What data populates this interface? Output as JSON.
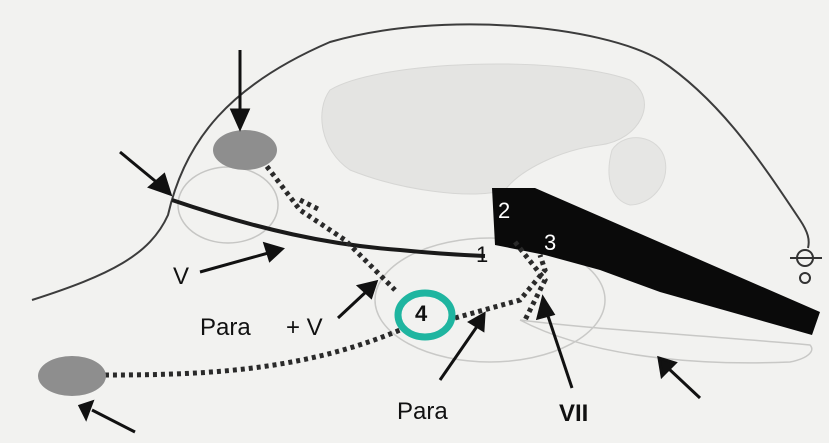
{
  "labels": {
    "v": "V",
    "para_v_para": "Para",
    "para_v_plus": "+ V",
    "para": "Para",
    "vii": "VII"
  },
  "numbers": {
    "n1": "1",
    "n2": "2",
    "n3": "3",
    "n4": "4"
  },
  "colors": {
    "background": "#f2f2f0",
    "outline": "#3c3c3c",
    "shaded_region": "#dcdcdc",
    "black_bar": "#0a0a0a",
    "ganglion": "#8e8e8e",
    "ring": "#1fb5a0"
  }
}
